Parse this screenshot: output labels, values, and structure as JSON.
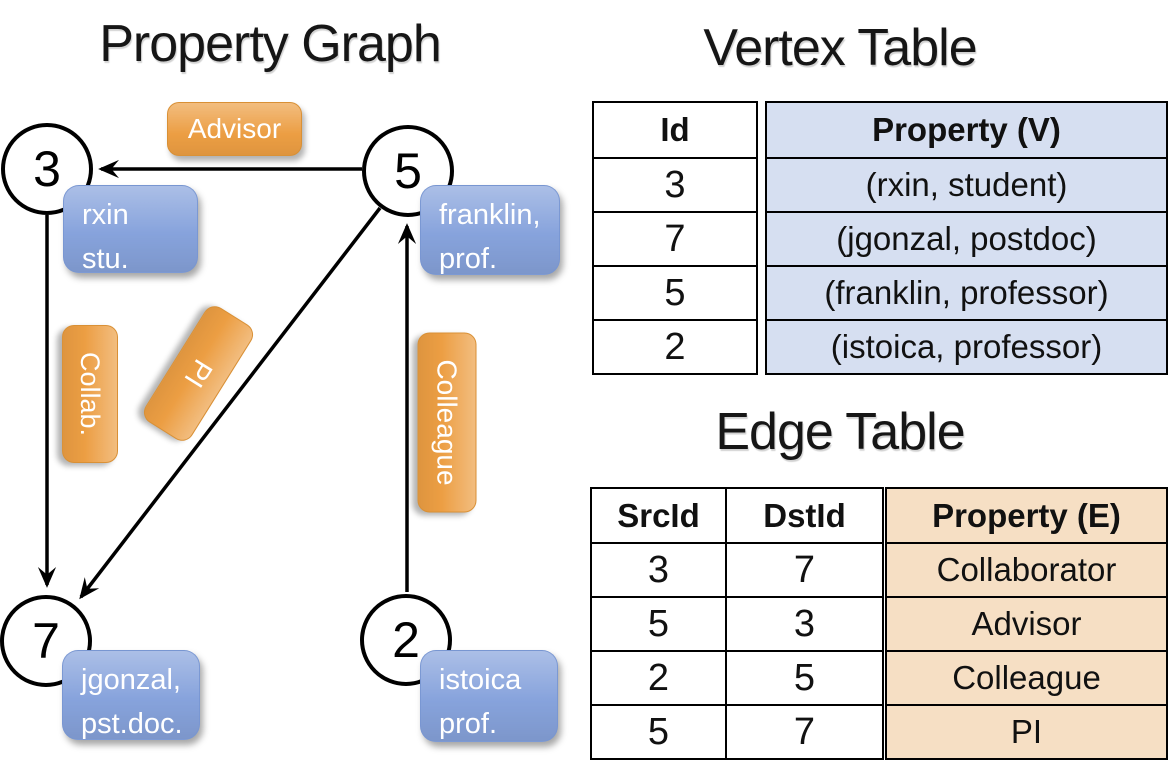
{
  "graph": {
    "title": "Property Graph",
    "nodes": [
      {
        "id": "3",
        "line1": "rxin",
        "line2": "stu."
      },
      {
        "id": "5",
        "line1": "franklin,",
        "line2": "prof."
      },
      {
        "id": "7",
        "line1": "jgonzal,",
        "line2": "pst.doc."
      },
      {
        "id": "2",
        "line1": "istoica",
        "line2": "prof."
      }
    ],
    "edge_labels": {
      "advisor": "Advisor",
      "collab": "Collab.",
      "pi": "PI",
      "colleague": "Colleague"
    }
  },
  "vertex_table": {
    "title": "Vertex Table",
    "id_header": "Id",
    "property_header": "Property (V)",
    "rows": [
      {
        "id": "3",
        "property": "(rxin, student)"
      },
      {
        "id": "7",
        "property": "(jgonzal, postdoc)"
      },
      {
        "id": "5",
        "property": "(franklin, professor)"
      },
      {
        "id": "2",
        "property": "(istoica, professor)"
      }
    ]
  },
  "edge_table": {
    "title": "Edge Table",
    "src_header": "SrcId",
    "dst_header": "DstId",
    "property_header": "Property (E)",
    "rows": [
      {
        "src": "3",
        "dst": "7",
        "property": "Collaborator"
      },
      {
        "src": "5",
        "dst": "3",
        "property": "Advisor"
      },
      {
        "src": "2",
        "dst": "5",
        "property": "Colleague"
      },
      {
        "src": "5",
        "dst": "7",
        "property": "PI"
      }
    ]
  },
  "colors": {
    "edge_label_orange": "#EC9E43",
    "node_property_blue": "#87A3DC",
    "vertex_property_bg": "#D6DFF1",
    "edge_property_bg": "#F6DFC4"
  }
}
